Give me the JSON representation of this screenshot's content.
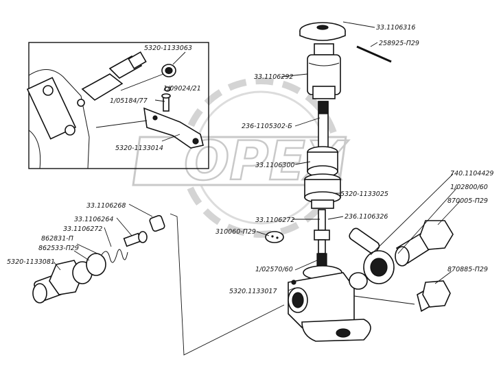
{
  "watermark": {
    "text": "OPEX"
  },
  "callouts": [
    {
      "id": "c1",
      "text": "33.1106316"
    },
    {
      "id": "c2",
      "text": "258925-П29"
    },
    {
      "id": "c3",
      "text": "33.1106292"
    },
    {
      "id": "c4",
      "text": "236-1105302-Б"
    },
    {
      "id": "c5",
      "text": "33.1106300"
    },
    {
      "id": "c6",
      "text": "5320-1133025"
    },
    {
      "id": "c7",
      "text": "236.1106326"
    },
    {
      "id": "c8",
      "text": "33.1106272"
    },
    {
      "id": "c9",
      "text": "310060-П29"
    },
    {
      "id": "c10",
      "text": "1/02570/60"
    },
    {
      "id": "c11",
      "text": "5320.1133017"
    },
    {
      "id": "c12",
      "text": "740.1104429"
    },
    {
      "id": "c13",
      "text": "1/02800/60"
    },
    {
      "id": "c14",
      "text": "870005-П29"
    },
    {
      "id": "c15",
      "text": "870885-П29"
    },
    {
      "id": "c16",
      "text": "33.1106268"
    },
    {
      "id": "c17",
      "text": "33.1106264"
    },
    {
      "id": "c18",
      "text": "33.1106272"
    },
    {
      "id": "c19",
      "text": "862831-П"
    },
    {
      "id": "c20",
      "text": "862533-П29"
    },
    {
      "id": "c21",
      "text": "5320-1133081"
    },
    {
      "id": "c22",
      "text": "5320-1133063"
    },
    {
      "id": "c23",
      "text": "1/09024/21"
    },
    {
      "id": "c24",
      "text": "1/05184/77"
    },
    {
      "id": "c25",
      "text": "5320-1133014"
    }
  ]
}
